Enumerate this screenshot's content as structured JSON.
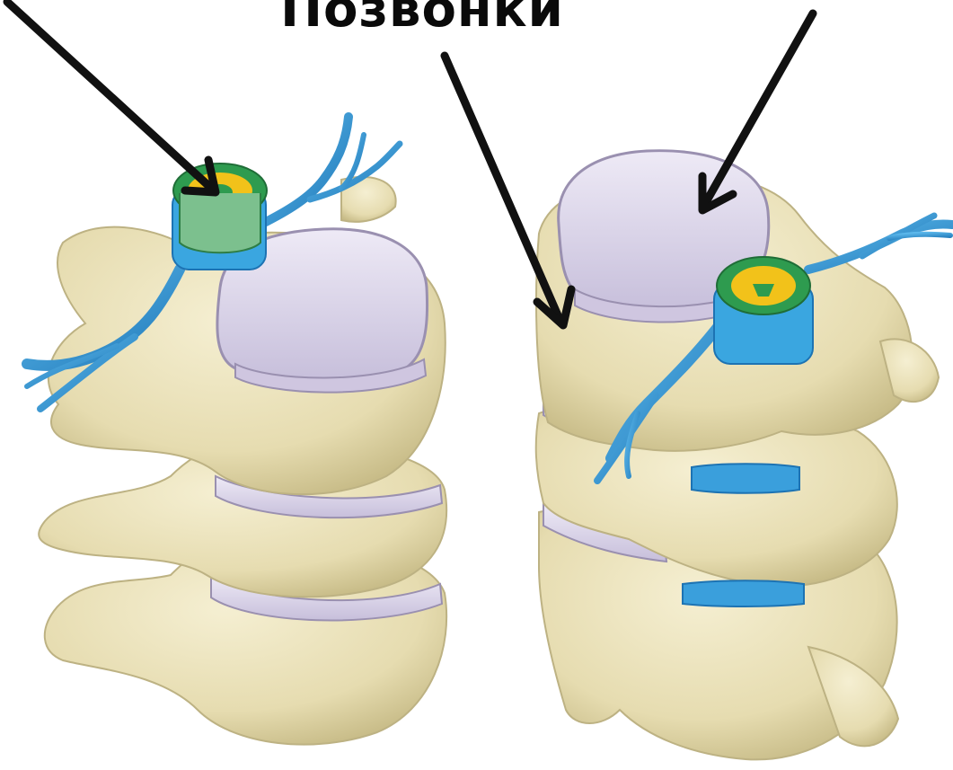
{
  "diagram": {
    "title": "Позвонки",
    "colors": {
      "bone": "#e9e2bd",
      "bone_shadow": "#c9bf8e",
      "disc": "#dcd6ec",
      "disc_rim": "#b7aec9",
      "nerve": "#3a9fdc",
      "nerve_dark": "#1d73b3",
      "cord_green": "#2e9b4f",
      "cord_yellow": "#f2c21a",
      "arrow": "#111111"
    },
    "parts": [
      "spinal-cord",
      "vertebra",
      "intervertebral-disc",
      "spinal-nerve"
    ]
  }
}
